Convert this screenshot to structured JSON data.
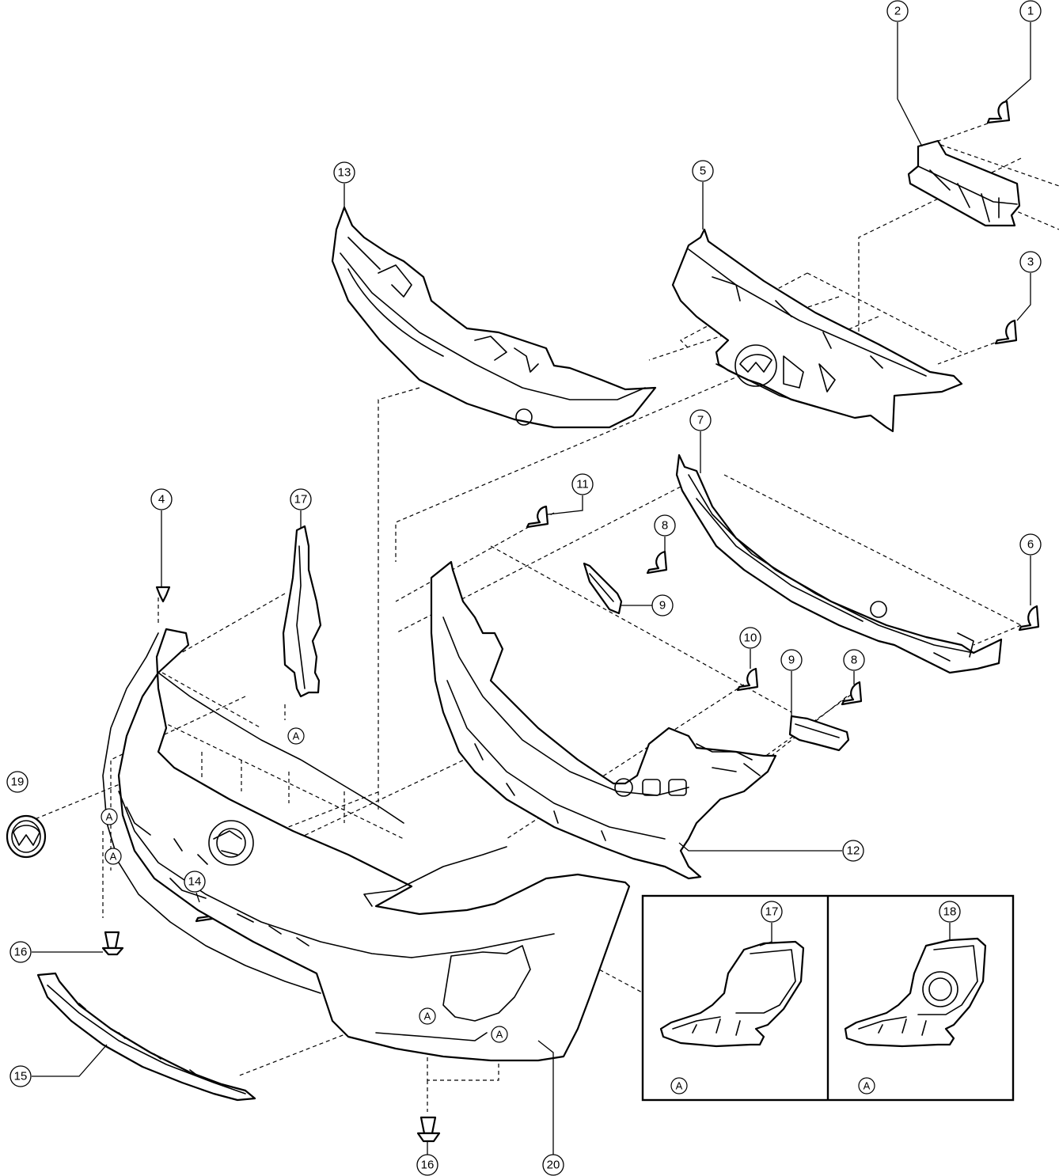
{
  "callouts": {
    "c1": "1",
    "c2": "2",
    "c3": "3",
    "c4": "4",
    "c5": "5",
    "c6": "6",
    "c7": "7",
    "c8a": "8",
    "c8b": "8",
    "c9a": "9",
    "c9b": "9",
    "c10": "10",
    "c11": "11",
    "c12": "12",
    "c13": "13",
    "c14": "14",
    "c15": "15",
    "c16a": "16",
    "c16b": "16",
    "c17a": "17",
    "c17b": "17",
    "c18": "18",
    "c19": "19",
    "c20": "20"
  },
  "ref_marks": {
    "a1": "A",
    "a2": "A",
    "a3": "A",
    "a4": "A",
    "a5": "A",
    "a6": "A",
    "a7": "A"
  },
  "icons": [
    "mazda-emblem-icon",
    "fastener-clip-icon"
  ]
}
